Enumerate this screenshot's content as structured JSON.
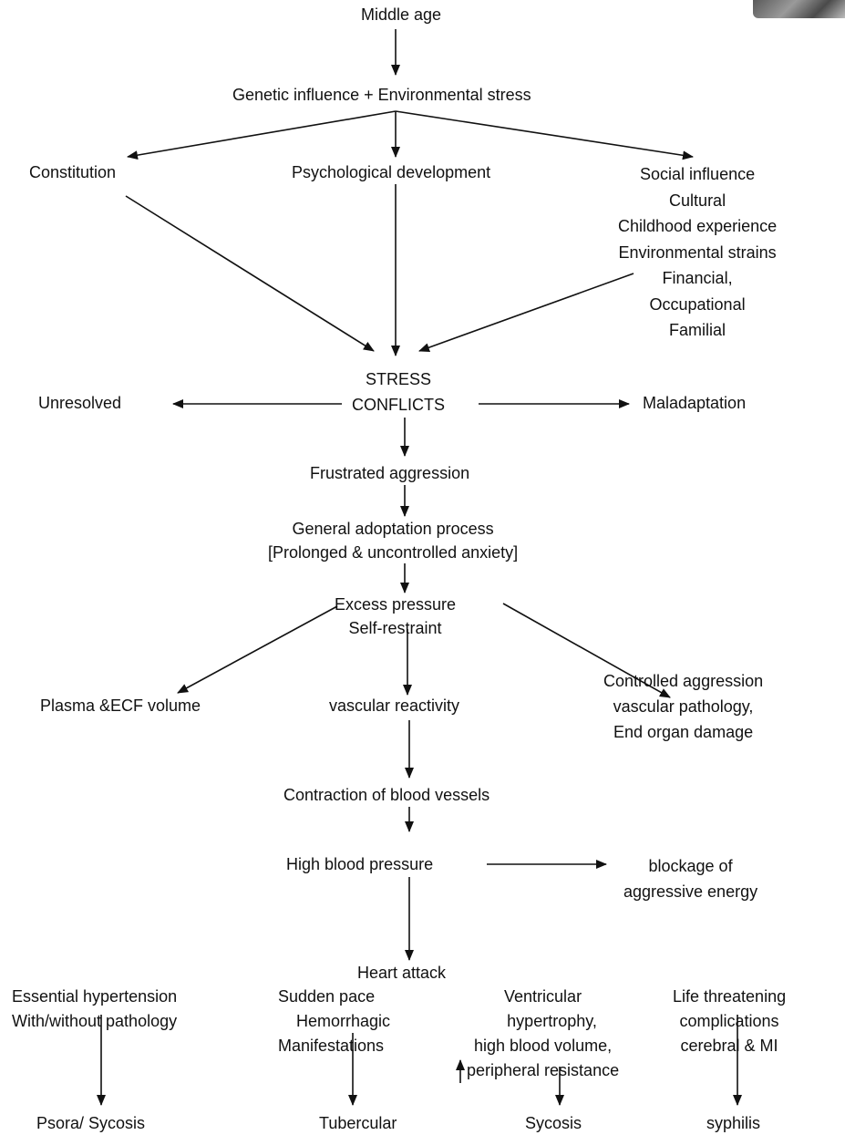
{
  "nodes": {
    "middle_age": "Middle age",
    "genetic": "Genetic influence + Environmental stress",
    "constitution": "Constitution",
    "psychological": "Psychological development",
    "social": "Social influence\nCultural\nChildhood experience\nEnvironmental strains\nFinancial,\nOccupational\nFamilial",
    "stress": "STRESS\nCONFLICTS",
    "unresolved": "Unresolved",
    "maladaptation": "Maladaptation",
    "frustrated": "Frustrated aggression",
    "general": "General adoptation process\n[Prolonged & uncontrolled anxiety]",
    "excess": "Excess pressure\nSelf-restraint",
    "plasma": "Plasma &ECF volume",
    "vascular": "vascular reactivity",
    "controlled": "Controlled aggression\nvascular pathology,\nEnd organ damage",
    "contraction": "Contraction of blood vessels",
    "hbp": "High blood pressure",
    "blockage": "blockage of\naggressive energy",
    "heart_attack": "Heart attack",
    "essential": "Essential hypertension\nWith/without pathology",
    "sudden": "Sudden pace\n    Hemorrhagic\nManifestations",
    "ventricular": "Ventricular\n    hypertrophy,\nhigh blood volume,\nperipheral resistance",
    "life": "Life threatening\ncomplications\ncerebral & MI",
    "psora": "Psora/ Sycosis",
    "tubercular": "Tubercular",
    "sycosis": "Sycosis",
    "syphilis": "syphilis"
  },
  "edges": [
    {
      "from": "middle_age",
      "to": "genetic"
    },
    {
      "from": "genetic",
      "to": "constitution"
    },
    {
      "from": "genetic",
      "to": "psychological"
    },
    {
      "from": "genetic",
      "to": "social"
    },
    {
      "from": "constitution",
      "to": "stress"
    },
    {
      "from": "psychological",
      "to": "stress"
    },
    {
      "from": "social",
      "to": "stress"
    },
    {
      "from": "stress",
      "to": "unresolved"
    },
    {
      "from": "stress",
      "to": "maladaptation"
    },
    {
      "from": "stress",
      "to": "frustrated"
    },
    {
      "from": "frustrated",
      "to": "general"
    },
    {
      "from": "general",
      "to": "excess"
    },
    {
      "from": "excess",
      "to": "plasma"
    },
    {
      "from": "excess",
      "to": "vascular"
    },
    {
      "from": "excess",
      "to": "controlled"
    },
    {
      "from": "vascular",
      "to": "contraction"
    },
    {
      "from": "contraction",
      "to": "hbp"
    },
    {
      "from": "hbp",
      "to": "blockage"
    },
    {
      "from": "hbp",
      "to": "heart_attack"
    },
    {
      "from": "essential",
      "to": "psora"
    },
    {
      "from": "sudden",
      "to": "tubercular"
    },
    {
      "from": "ventricular",
      "to": "sycosis"
    },
    {
      "from": "life",
      "to": "syphilis"
    }
  ],
  "colors": {
    "line": "#111111",
    "text": "#111111",
    "background": "#ffffff"
  }
}
